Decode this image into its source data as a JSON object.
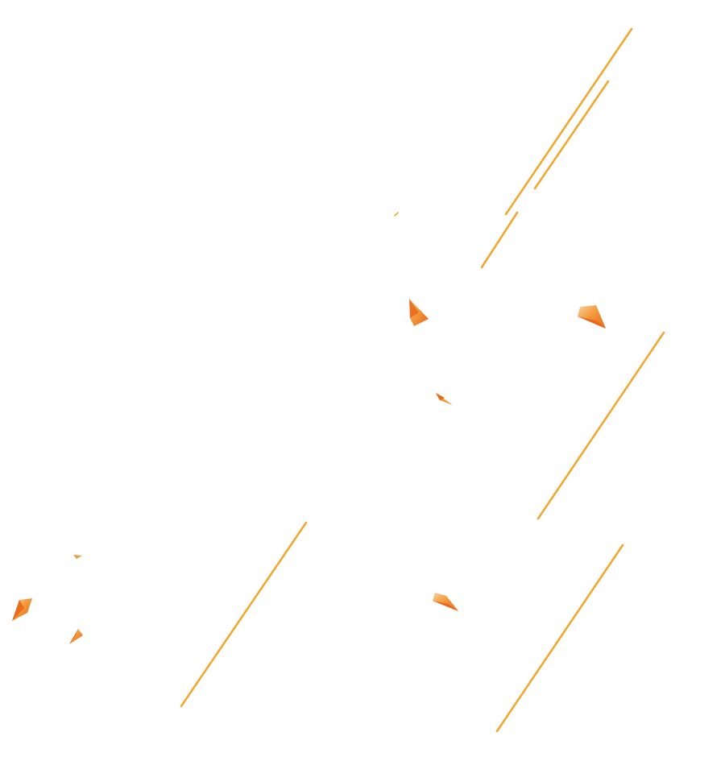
{
  "colors": {
    "background": "#ffffff",
    "streak": "#F0A830",
    "shard_dark": "#E8661A",
    "shard_mid": "#F39A3C",
    "shard_light": "#FAD2A0"
  },
  "decor": {
    "streak_count": 7,
    "shard_count": 9,
    "shard_shape": "faceted-orange-shard",
    "streak_shape": "diagonal-thin-line"
  }
}
